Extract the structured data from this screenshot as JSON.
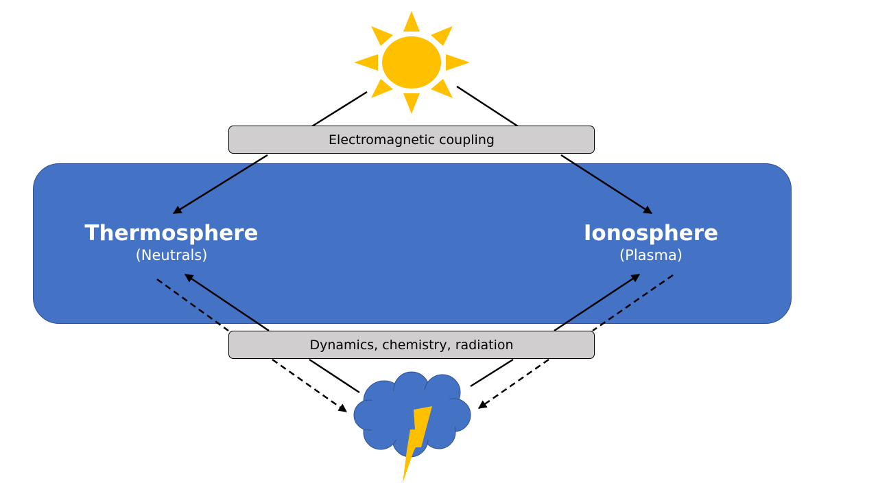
{
  "diagram": {
    "top_source": {
      "icon": "sun-icon",
      "color": "#ffc000"
    },
    "bottom_source": {
      "icon": "storm-cloud-icon",
      "cloud_color": "#4472c4",
      "bolt_color": "#ffc000"
    },
    "layer_box_color": "#4472c4",
    "nodes": [
      {
        "id": "thermosphere",
        "title": "Thermosphere",
        "subtitle": "(Neutrals)"
      },
      {
        "id": "ionosphere",
        "title": "Ionosphere",
        "subtitle": "(Plasma)"
      }
    ],
    "coupling_labels": {
      "top": "Electromagnetic coupling",
      "bottom": "Dynamics, chemistry, radiation"
    },
    "edges": [
      {
        "from": "sun",
        "to": "thermosphere",
        "style": "solid",
        "via": "Electromagnetic coupling"
      },
      {
        "from": "sun",
        "to": "ionosphere",
        "style": "solid",
        "via": "Electromagnetic coupling"
      },
      {
        "from": "lower-atmosphere",
        "to": "thermosphere",
        "style": "solid",
        "via": "Dynamics, chemistry, radiation"
      },
      {
        "from": "lower-atmosphere",
        "to": "ionosphere",
        "style": "solid",
        "via": "Dynamics, chemistry, radiation"
      },
      {
        "from": "thermosphere",
        "to": "lower-atmosphere",
        "style": "dashed",
        "via": "Dynamics, chemistry, radiation"
      },
      {
        "from": "ionosphere",
        "to": "lower-atmosphere",
        "style": "dashed",
        "via": "Dynamics, chemistry, radiation"
      }
    ]
  }
}
